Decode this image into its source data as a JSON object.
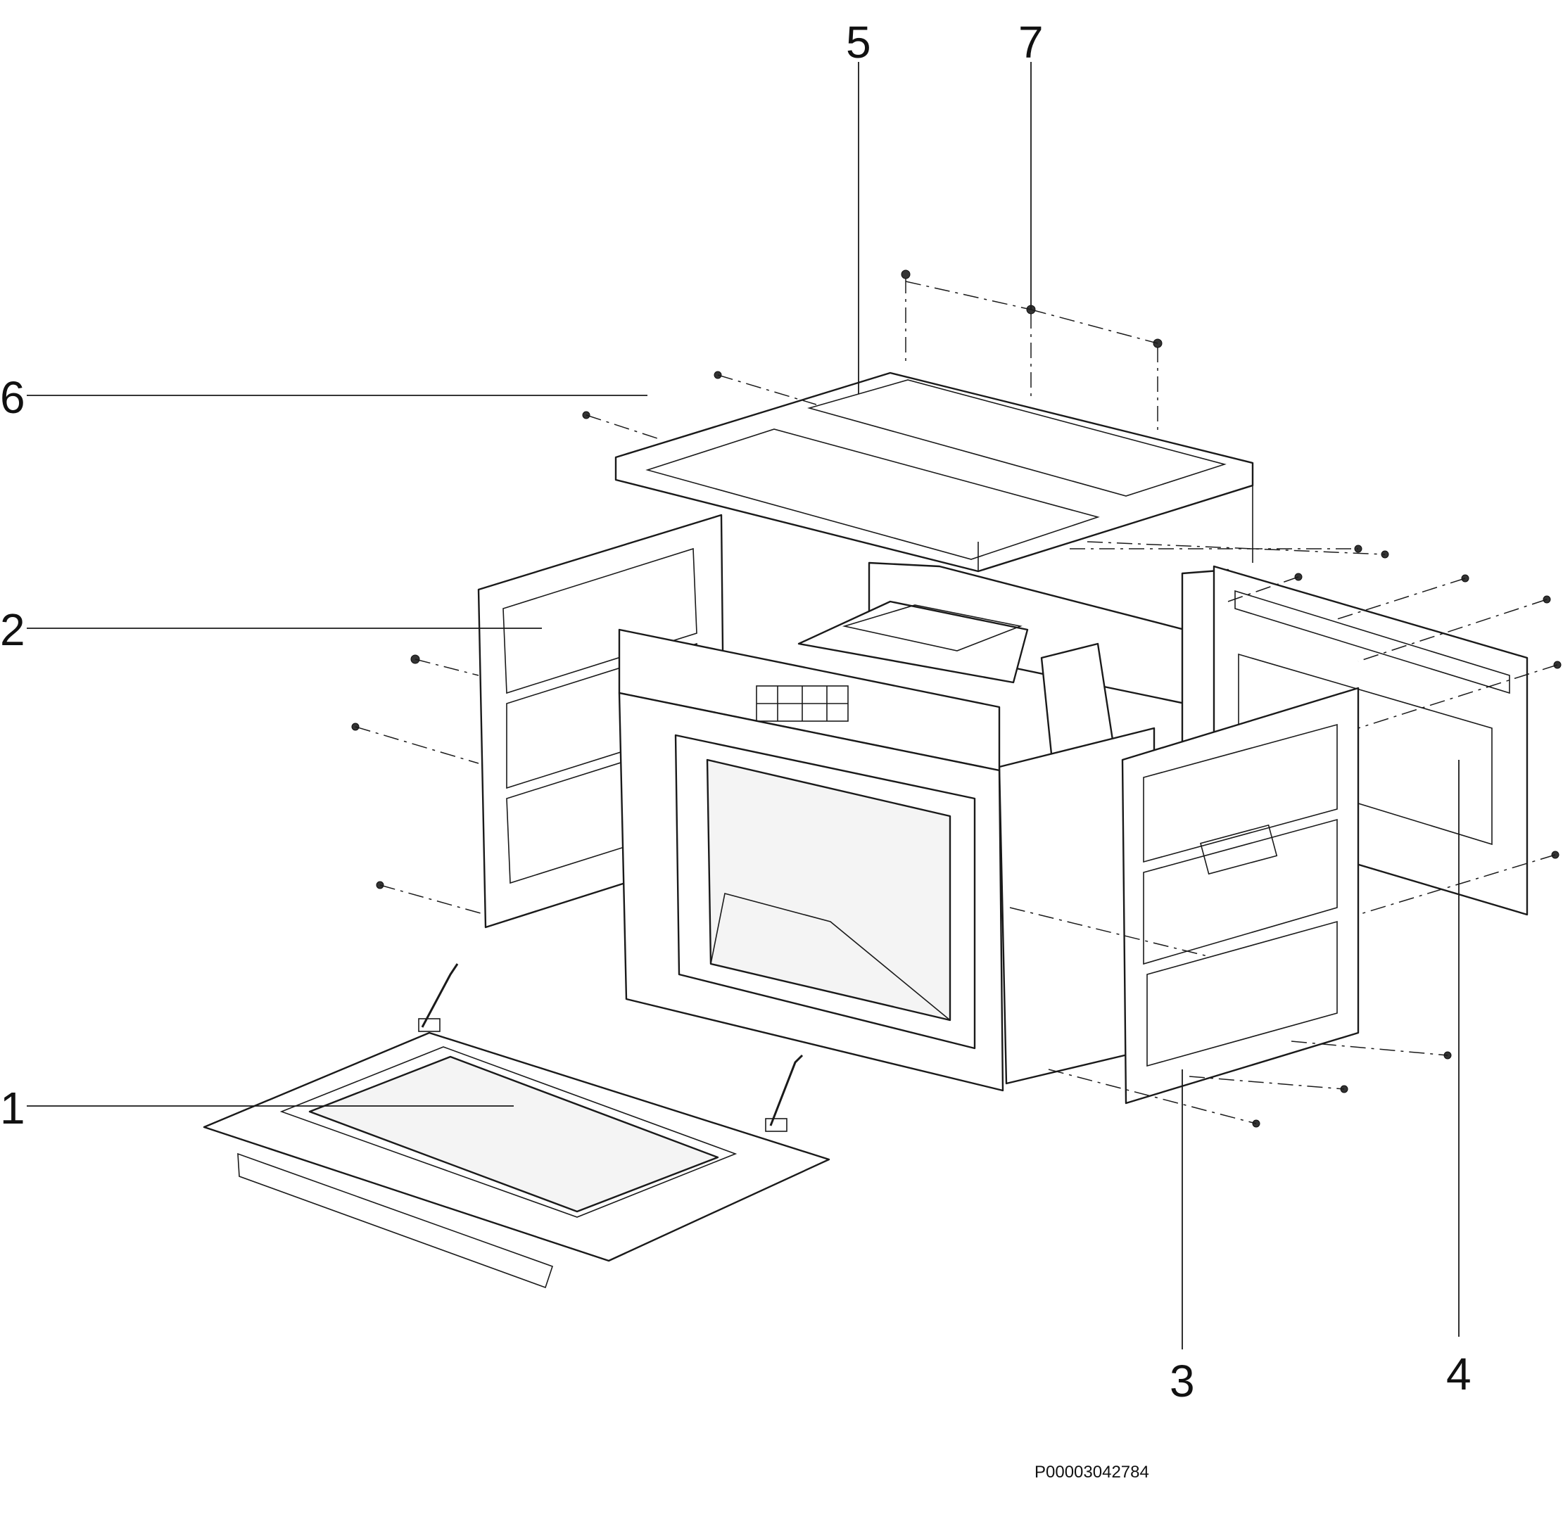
{
  "diagram": {
    "callouts": [
      {
        "id": "1",
        "label": "1"
      },
      {
        "id": "2",
        "label": "2"
      },
      {
        "id": "3",
        "label": "3"
      },
      {
        "id": "4",
        "label": "4"
      },
      {
        "id": "5",
        "label": "5"
      },
      {
        "id": "6",
        "label": "6"
      },
      {
        "id": "7",
        "label": "7"
      }
    ],
    "document_number": "P00003042784",
    "colors": {
      "line": "#1a1a1a",
      "background": "#ffffff"
    }
  }
}
